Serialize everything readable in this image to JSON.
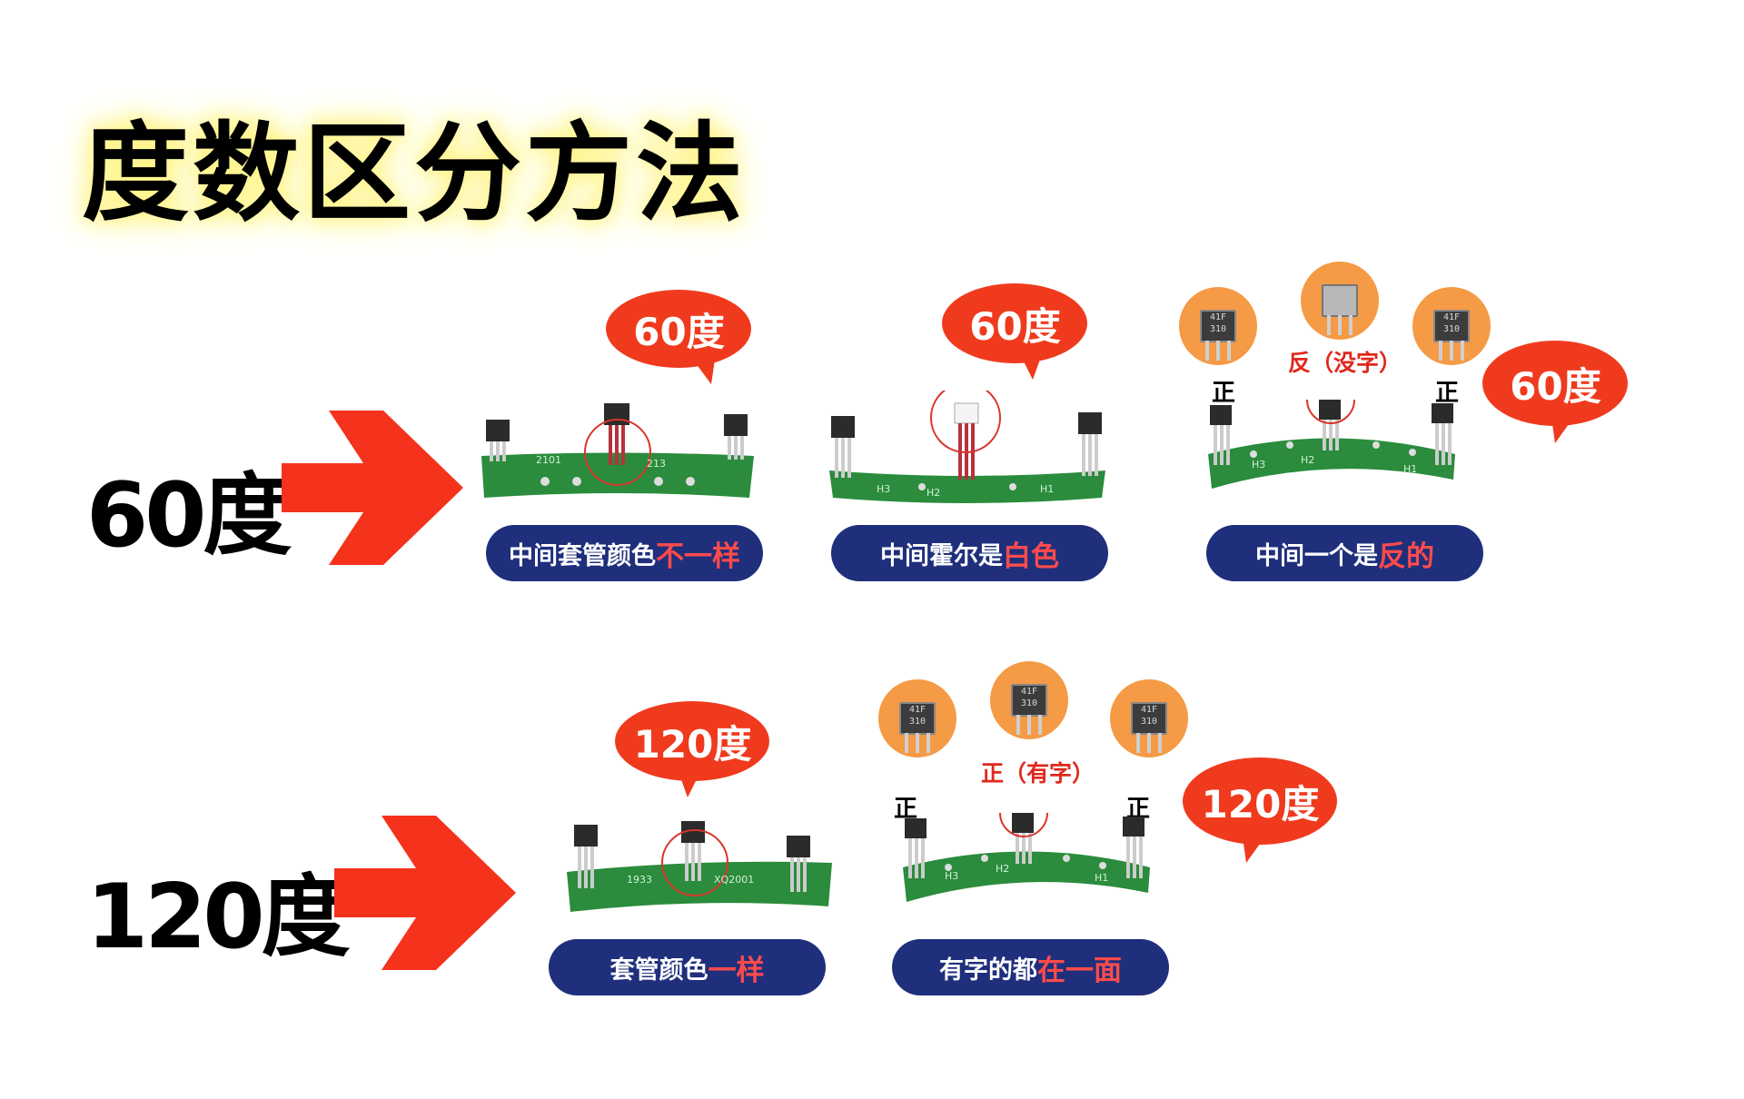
{
  "title": "度数区分方法",
  "rows": {
    "sixty": {
      "label": "60度",
      "panels": [
        {
          "bubble": "60度",
          "caption_plain": "中间套管颜色",
          "caption_highlight": "不一样",
          "board_text": [
            "2101",
            "213"
          ]
        },
        {
          "bubble": "60度",
          "caption_plain": "中间霍尔是",
          "caption_highlight": "白色",
          "board_text": [
            "H3",
            "H2",
            "H1"
          ]
        },
        {
          "bubble": "60度",
          "caption_plain": "中间一个是",
          "caption_highlight": "反的",
          "badge_left_text": "41F 310",
          "badge_right_text": "41F 310",
          "side_left": "正",
          "side_right": "正",
          "center_note": "反（没字）",
          "board_text": [
            "H3",
            "H2",
            "H1"
          ]
        }
      ]
    },
    "one_twenty": {
      "label": "120度",
      "panels": [
        {
          "bubble": "120度",
          "caption_plain": "套管颜色",
          "caption_highlight": "一样",
          "board_text": [
            "1933",
            "XQ2001"
          ]
        },
        {
          "bubble": "120度",
          "caption_plain": "有字的都",
          "caption_highlight": "在一面",
          "badge_texts": [
            "41F 310",
            "41F 310",
            "41F 310"
          ],
          "side_left": "正",
          "side_right": "正",
          "center_note": "正（有字）",
          "board_text": [
            "H3",
            "H2",
            "H1"
          ]
        }
      ]
    }
  },
  "colors": {
    "arrow": "#f5321c",
    "bubble": "#f03a1e",
    "pill": "#1f2f7c",
    "highlight": "#ff4b4b",
    "badge": "#f59a45",
    "pcb": "#2a8c3c"
  }
}
